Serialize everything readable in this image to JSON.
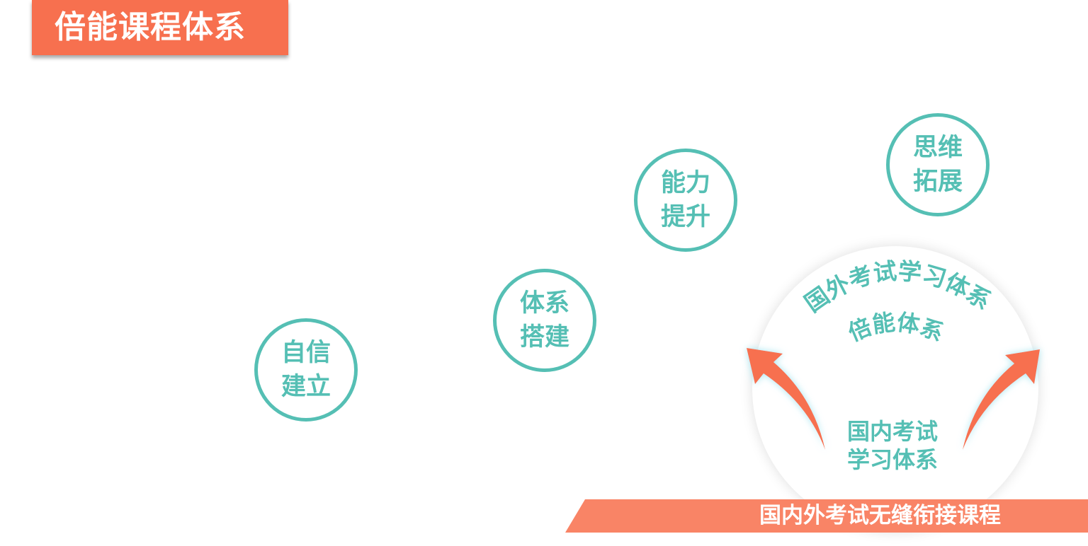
{
  "title": "倍能课程体系",
  "stages": [
    {
      "line1": "自信",
      "line2": "建立"
    },
    {
      "line1": "体系",
      "line2": "搭建"
    },
    {
      "line1": "能力",
      "line2": "提升"
    },
    {
      "line1": "思维",
      "line2": "拓展"
    }
  ],
  "system": {
    "international": "国外考试学习体系",
    "beineng": "倍能体系",
    "domestic_line1": "国内考试",
    "domestic_line2": "学习体系"
  },
  "banner": "国内外考试无缝衔接课程",
  "colors": {
    "teal": "#55bfb4",
    "coral": "#f7704f",
    "banner": "#f98466"
  }
}
